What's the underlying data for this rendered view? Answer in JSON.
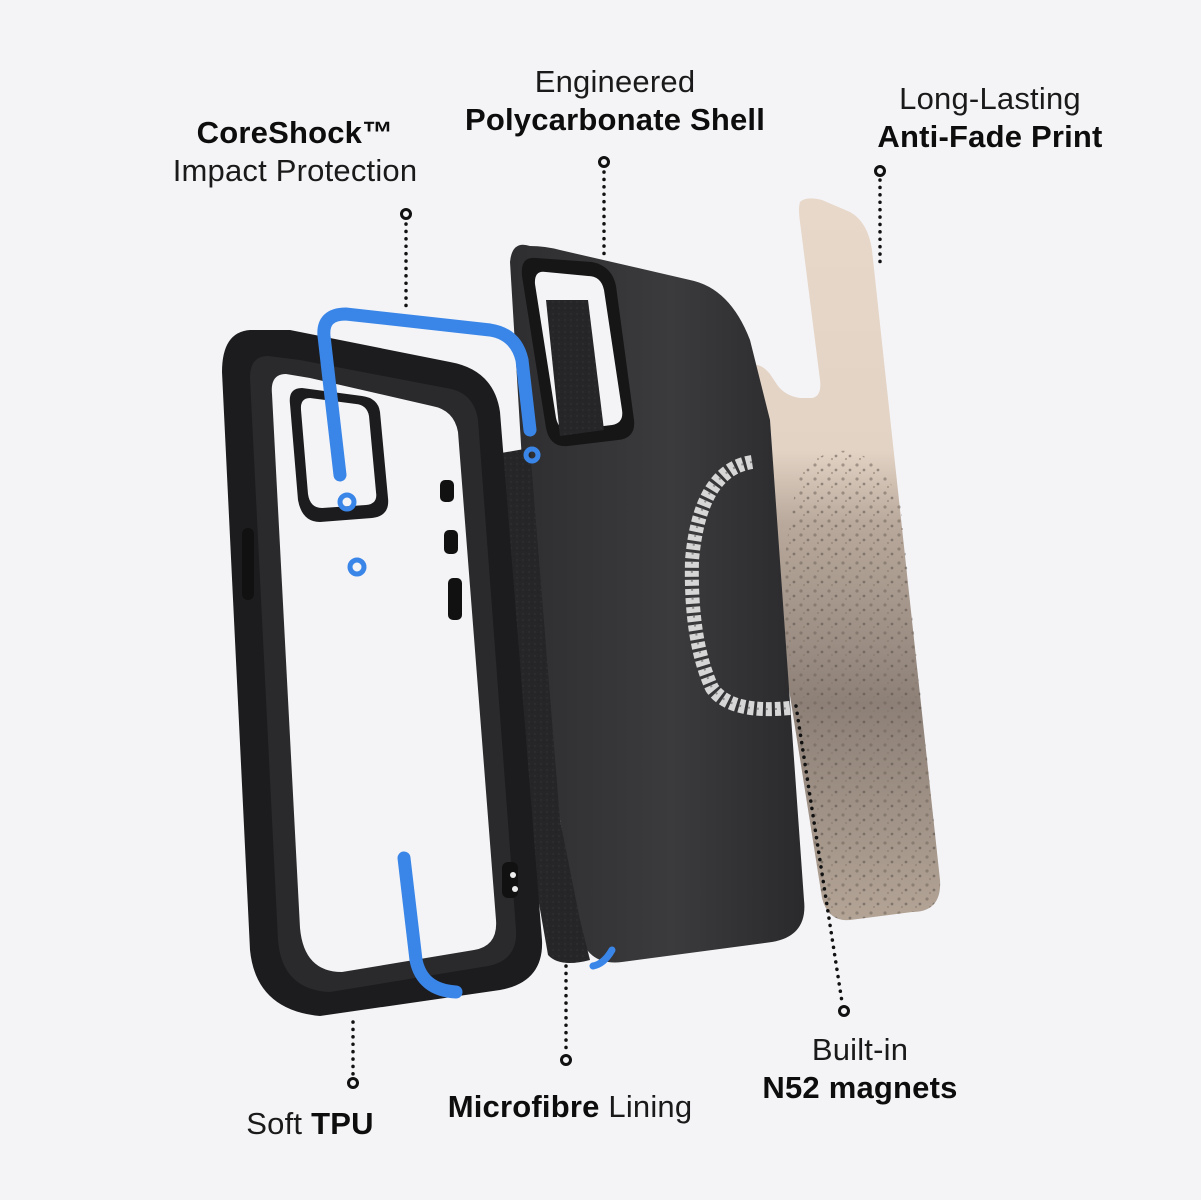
{
  "infographic": {
    "background_color": "#f4f4f7",
    "accent_color": "#3a86e8",
    "labels": {
      "coreshock": {
        "bold": "CoreShock™",
        "light": "Impact Protection"
      },
      "shell": {
        "light": "Engineered",
        "bold": "Polycarbonate Shell"
      },
      "print": {
        "light": "Long-Lasting",
        "bold": "Anti-Fade Print"
      },
      "tpu": {
        "light": "Soft",
        "bold": "TPU"
      },
      "lining": {
        "bold": "Microfibre",
        "light": "Lining"
      },
      "magnets": {
        "light": "Built-in",
        "bold": "N52 magnets"
      }
    },
    "components": [
      {
        "name": "Soft TPU bumper frame",
        "color": "#1c1c1e"
      },
      {
        "name": "CoreShock blue inserts",
        "color": "#3a86e8"
      },
      {
        "name": "Microfibre lining",
        "color": "#2a2a2c"
      },
      {
        "name": "Polycarbonate shell",
        "color": "#3a3a3c"
      },
      {
        "name": "N52 magnet ring",
        "color": "#d9d9d9"
      },
      {
        "name": "Anti-fade print panel",
        "color": "#e6d6c8"
      }
    ]
  }
}
